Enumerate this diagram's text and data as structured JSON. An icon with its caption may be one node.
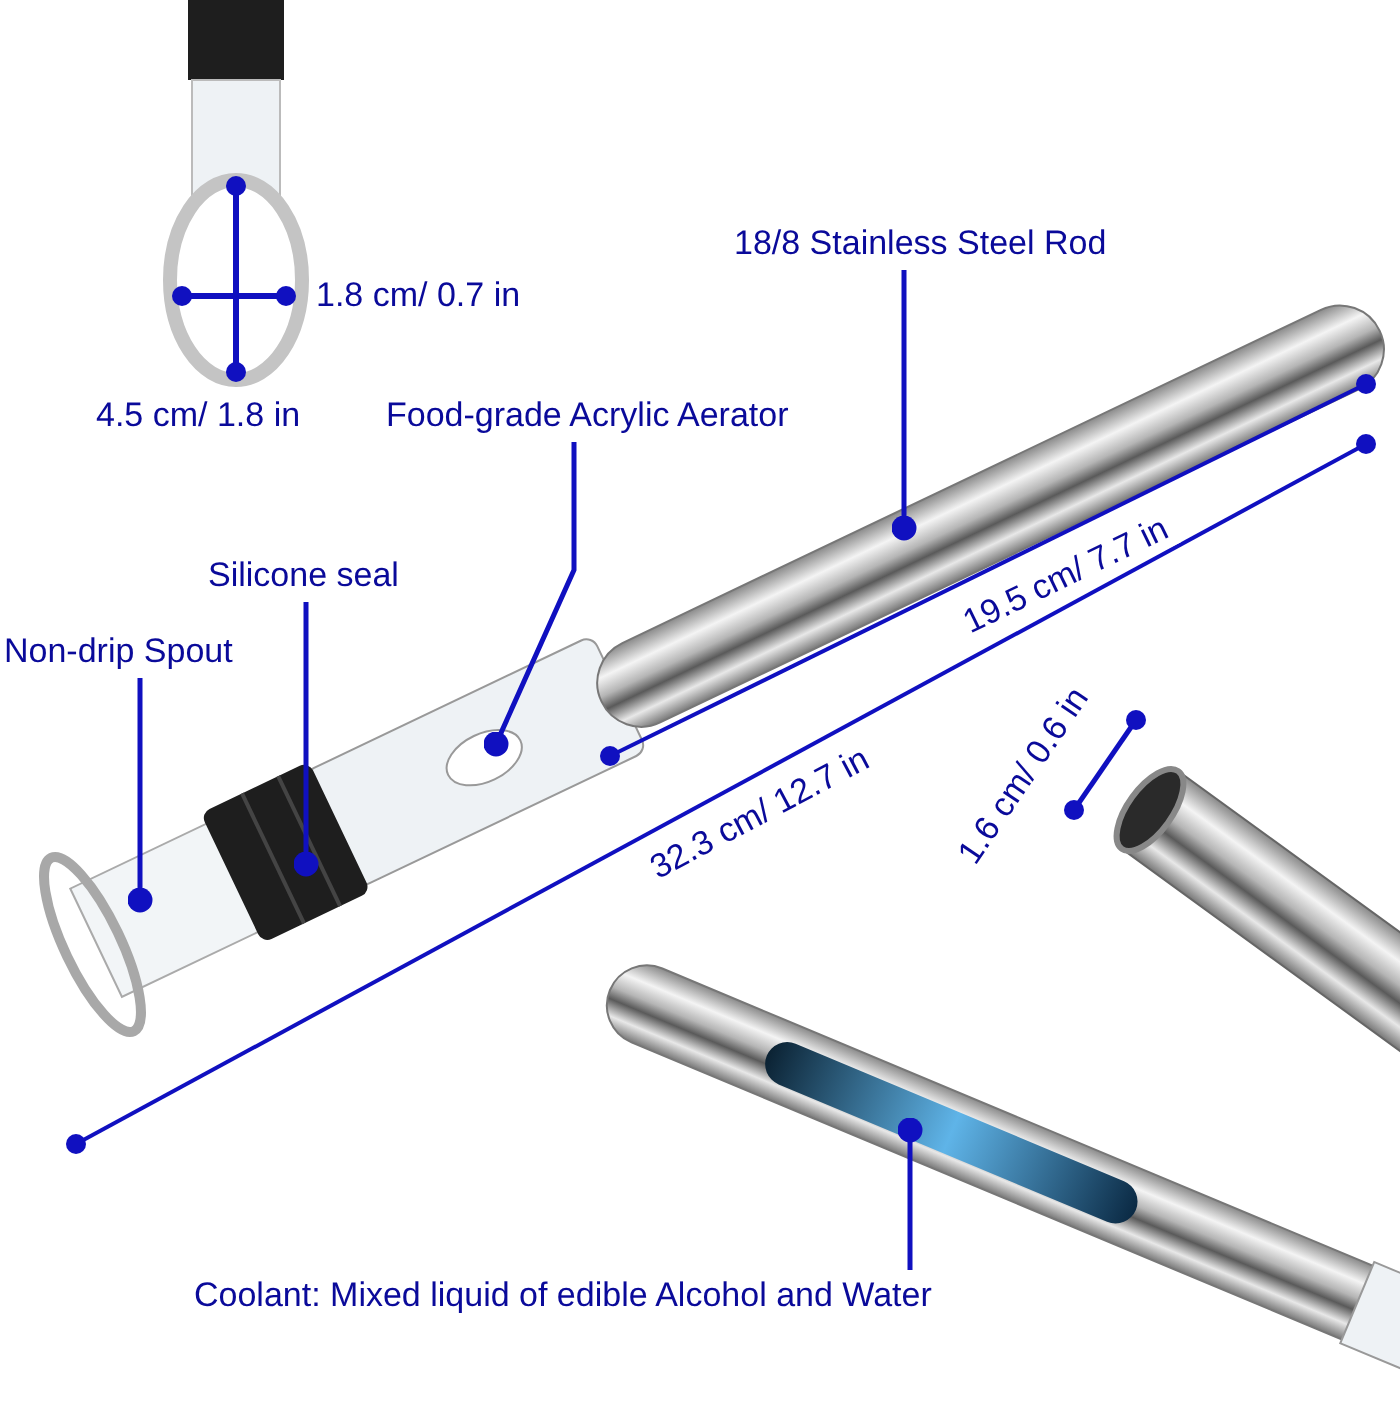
{
  "diagram": {
    "nodes": [
      {
        "text": [
          "18/8 Stainless Steel Rod"
        ]
      },
      {
        "text": [
          "Food-grade Acrylic Aerator"
        ]
      },
      {
        "text": [
          "Silicone seal"
        ]
      },
      {
        "text": [
          "Non-drip Spout"
        ]
      },
      {
        "text": [
          "Coolant: Mixed liquid of edible Alcohol and Water"
        ]
      }
    ],
    "edges": [
      {
        "from": 0,
        "to": null,
        "arrow": "other"
      },
      {
        "from": 1,
        "to": null,
        "arrow": "other"
      },
      {
        "from": 2,
        "to": null,
        "arrow": "other"
      },
      {
        "from": 3,
        "to": null,
        "arrow": "other"
      },
      {
        "from": 4,
        "to": null,
        "arrow": "other"
      }
    ],
    "labels": [
      "1.8 cm/ 0.7 in",
      "4.5 cm/ 1.8 in",
      "19.5 cm/ 7.7 in",
      "32.3 cm/ 12.7 in",
      "1.6 cm/ 0.6 in"
    ]
  }
}
